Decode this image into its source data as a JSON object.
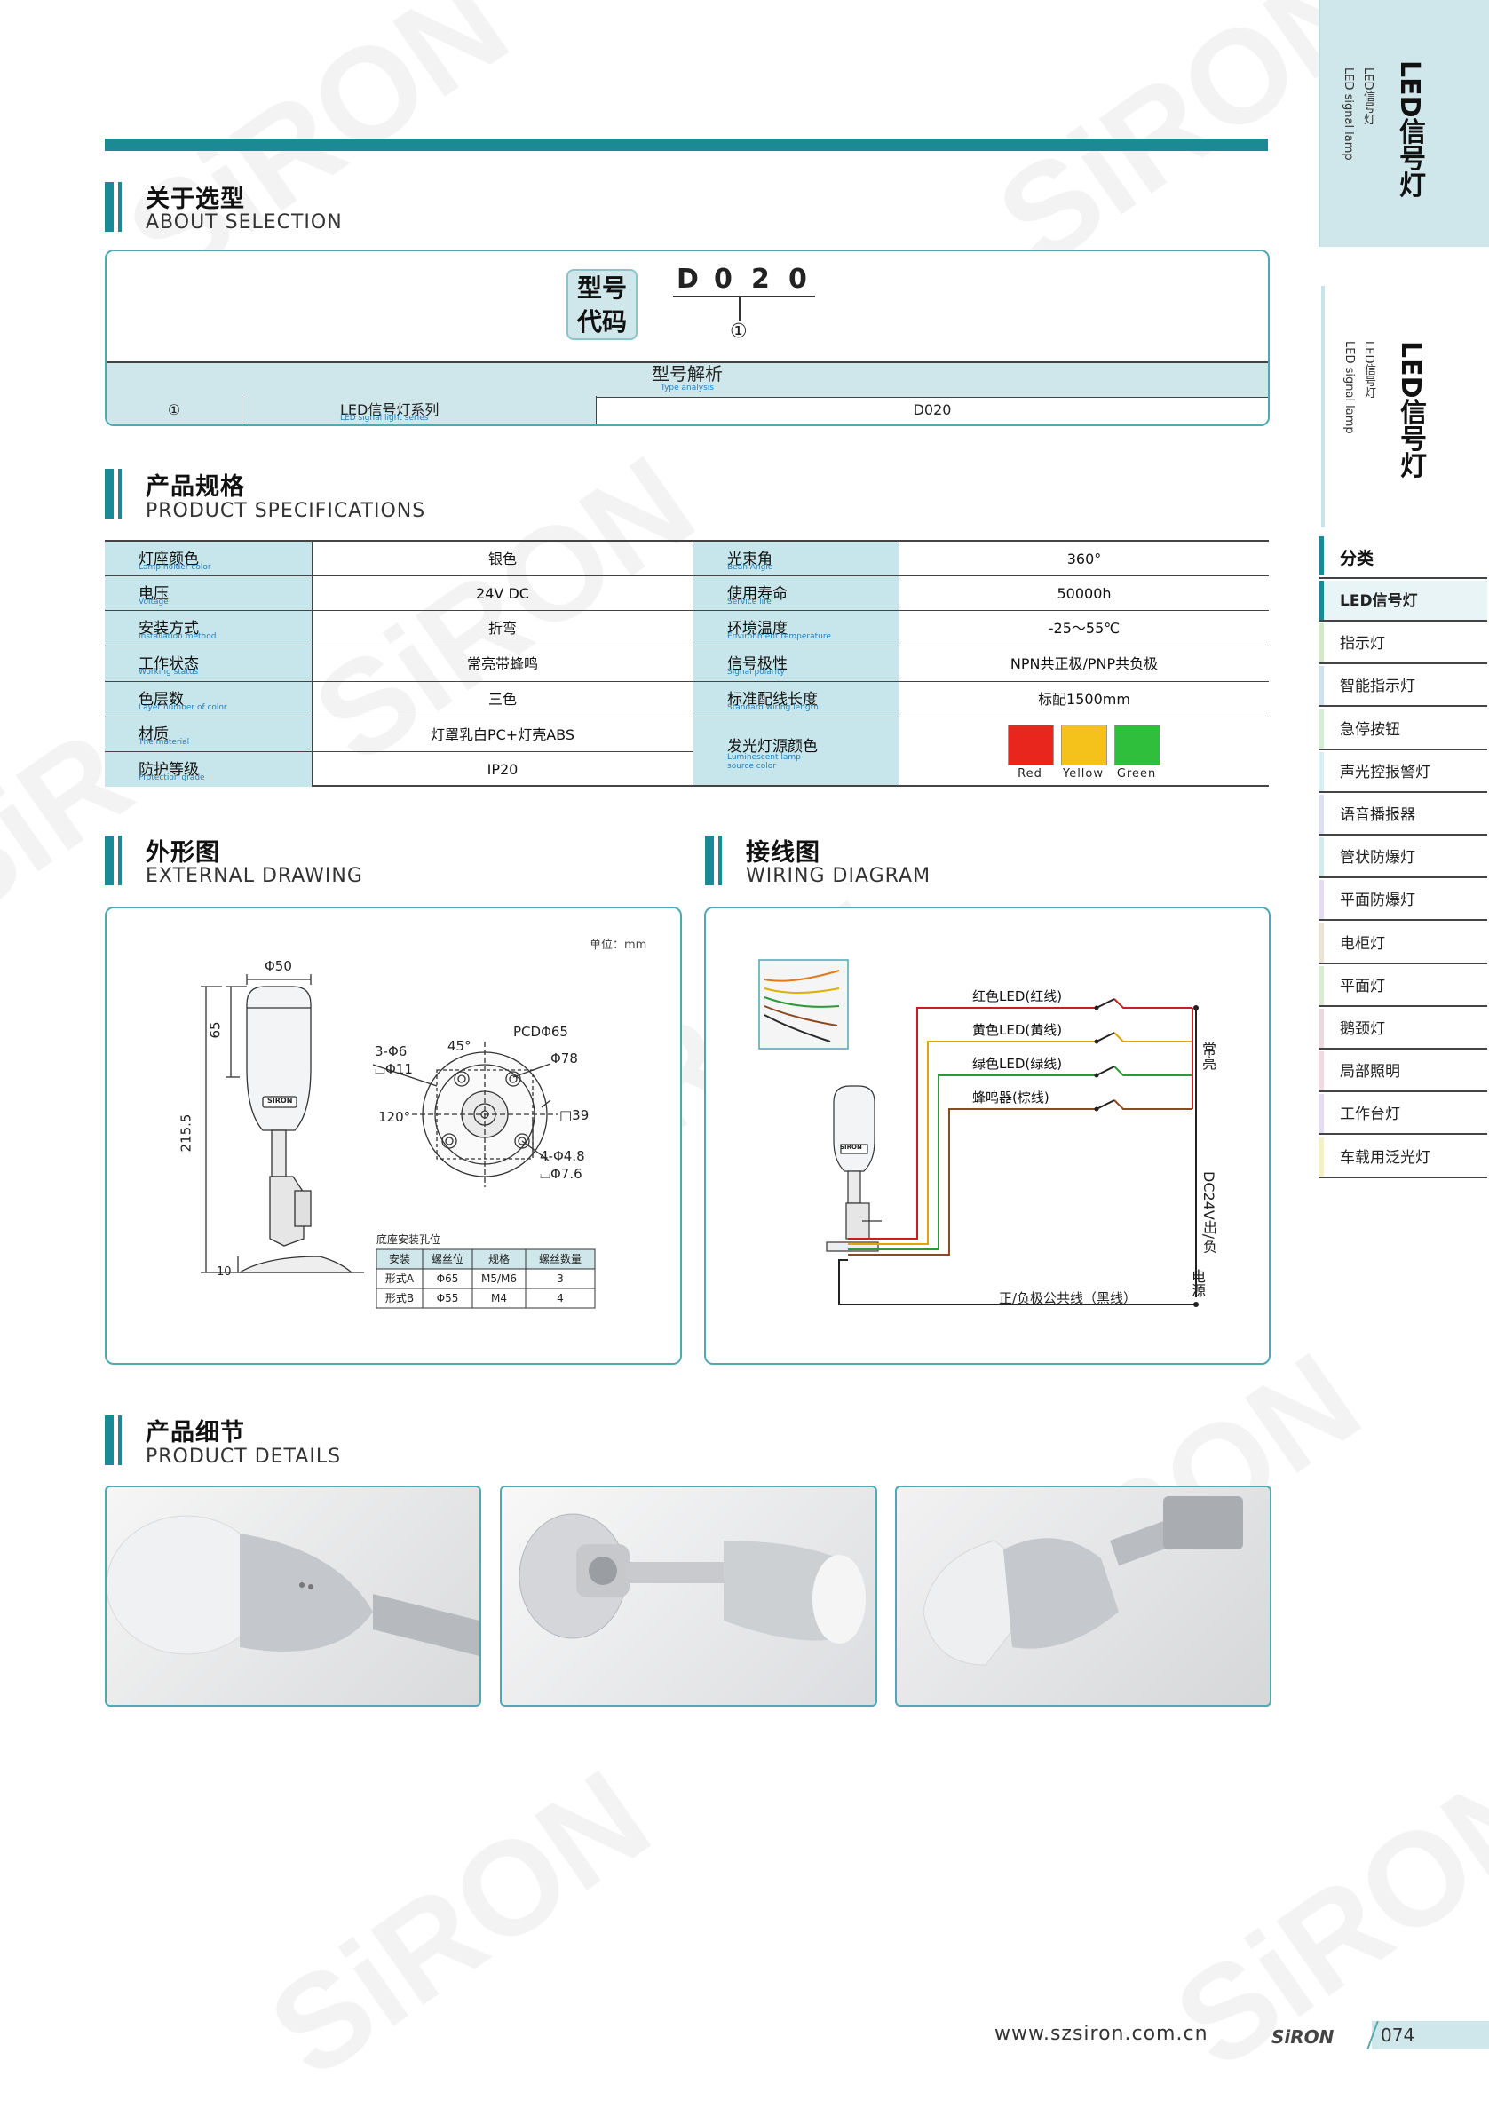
{
  "header": {
    "page_number": "074",
    "website": "www.szsiron.com.cn",
    "brand": "SiRON"
  },
  "side_tabs": [
    {
      "title": "LED信号灯",
      "sub_cn": "LED信号灯",
      "sub_en": "LED signal lamp"
    },
    {
      "title": "LED信号灯",
      "sub_cn": "LED信号灯",
      "sub_en": "LED signal lamp"
    }
  ],
  "side_menu": {
    "heading": "分类",
    "items": [
      {
        "label": "LED信号灯",
        "color": "#1b8a94",
        "active": true
      },
      {
        "label": "指示灯",
        "color": "#d7e8c9"
      },
      {
        "label": "智能指示灯",
        "color": "#cfe1ef"
      },
      {
        "label": "急停按钮",
        "color": "#d6ecd7"
      },
      {
        "label": "声光控报警灯",
        "color": "#d9eef2"
      },
      {
        "label": "语音播报器",
        "color": "#dcdff0"
      },
      {
        "label": "管状防爆灯",
        "color": "#d5ecef"
      },
      {
        "label": "平面防爆灯",
        "color": "#e4dcf0"
      },
      {
        "label": "电柜灯",
        "color": "#e9e3d8"
      },
      {
        "label": "平面灯",
        "color": "#dcebd3"
      },
      {
        "label": "鹅颈灯",
        "color": "#ead9de"
      },
      {
        "label": "局部照明",
        "color": "#f0d9e0"
      },
      {
        "label": "工作台灯",
        "color": "#e3dcf1"
      },
      {
        "label": "车载用泛光灯",
        "color": "#f4f0c8"
      }
    ]
  },
  "sections": {
    "selection": {
      "cn": "关于选型",
      "en": "ABOUT SELECTION"
    },
    "specs": {
      "cn": "产品规格",
      "en": "PRODUCT SPECIFICATIONS"
    },
    "external": {
      "cn": "外形图",
      "en": "EXTERNAL DRAWING"
    },
    "wiring": {
      "cn": "接线图",
      "en": "WIRING DIAGRAM"
    },
    "details": {
      "cn": "产品细节",
      "en": "PRODUCT DETAILS"
    }
  },
  "selection": {
    "model_label": "型号代码",
    "model_chars": [
      "D",
      "0",
      "2",
      "0"
    ],
    "marker": "①",
    "analysis_cn": "型号解析",
    "analysis_en": "Type analysis",
    "row": {
      "num": "①",
      "label_cn": "LED信号灯系列",
      "label_en": "LED signal light series",
      "value": "D020"
    }
  },
  "specs": {
    "left": [
      {
        "cn": "灯座颜色",
        "en": "Lamp holder color",
        "value": "银色"
      },
      {
        "cn": "电压",
        "en": "Voltage",
        "value": "24V DC"
      },
      {
        "cn": "安装方式",
        "en": "Installation method",
        "value": "折弯"
      },
      {
        "cn": "工作状态",
        "en": "Working status",
        "value": "常亮带蜂鸣"
      },
      {
        "cn": "色层数",
        "en": "Layer number of color",
        "value": "三色"
      },
      {
        "cn": "材质",
        "en": "The material",
        "value": "灯罩乳白PC+灯壳ABS"
      },
      {
        "cn": "防护等级",
        "en": "Protection grade",
        "value": "IP20"
      }
    ],
    "right": [
      {
        "cn": "光束角",
        "en": "Bean Angle",
        "value": "360°"
      },
      {
        "cn": "使用寿命",
        "en": "Service life",
        "value": "50000h"
      },
      {
        "cn": "环境温度",
        "en": "Environment temperature",
        "value": "-25～55℃"
      },
      {
        "cn": "信号极性",
        "en": "Signal polarity",
        "value": "NPN共正极/PNP共负极"
      },
      {
        "cn": "标准配线长度",
        "en": "Standard wiring length",
        "value": "标配1500mm"
      }
    ],
    "light_color": {
      "cn": "发光灯源颜色",
      "en": "Luminescent lamp source color",
      "swatches": [
        {
          "name": "Red",
          "color": "#e8261e"
        },
        {
          "name": "Yellow",
          "color": "#f4c21a"
        },
        {
          "name": "Green",
          "color": "#2fbf3d"
        }
      ]
    }
  },
  "drawing": {
    "unit": "单位：mm",
    "dim_width": "Φ50",
    "dim_top": "65",
    "dim_total": "215.5",
    "dim_base": "10",
    "brand_tag": "SIRON",
    "hole_label1": "3-Φ6",
    "hole_label2": "⌴Φ11",
    "angle45": "45°",
    "angle120": "120°",
    "pcd": "PCDΦ65",
    "d78": "Φ78",
    "sq39": "□39",
    "hole4a": "4-Φ4.8",
    "hole4b": "⌴Φ7.6",
    "table_title": "底座安装孔位",
    "table_headers": [
      "安装",
      "螺丝位",
      "规格",
      "螺丝数量"
    ],
    "table_rows": [
      [
        "形式A",
        "Φ65",
        "M5/M6",
        "3"
      ],
      [
        "形式B",
        "Φ55",
        "M4",
        "4"
      ]
    ]
  },
  "wiring": {
    "lines": [
      {
        "label": "红色LED(红线)",
        "color": "#c8201e"
      },
      {
        "label": "黄色LED(黄线)",
        "color": "#e0a500"
      },
      {
        "label": "绿色LED(绿线)",
        "color": "#2a9a3a"
      },
      {
        "label": "蜂鸣器(棕线)",
        "color": "#8a4a1e"
      }
    ],
    "always_on": "常亮",
    "power_label": "DC24V出/负",
    "power_source": "电源",
    "common_line": "正/负极公共线（黑线）",
    "brand_tag": "SIRON"
  }
}
